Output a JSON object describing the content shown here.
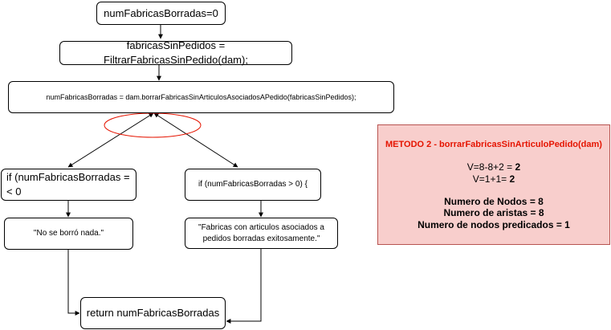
{
  "nodes": {
    "start": "numFabricasBorradas=0",
    "filter": "fabricasSinPedidos = FiltrarFabricasSinPedido(dam);",
    "delete": "numFabricasBorradas = dam.borrarFabricasSinArticulosAsociadosAPedido(fabricasSinPedidos);",
    "if_none": "if (numFabricasBorradas =< 0",
    "if_some": "if (numFabricasBorradas > 0) {",
    "msg_none": "\"No se borró nada.\"",
    "msg_some_1": "\"Fabricas con articulos asociados a",
    "msg_some_2": "pedidos borradas exitosamente.\"",
    "return": "return numFabricasBorradas"
  },
  "info": {
    "title": "METODO 2 - borrarFabricasSinArticuloPedido(dam)",
    "formula1_text": "V=8-8+2 = ",
    "formula1_value": "2",
    "formula2_text": "V=1+1= ",
    "formula2_value": "2",
    "stat1": "Numero de Nodos = 8",
    "stat2": "Numero de aristas = 8",
    "stat3": "Numero de nodos predicados = 1"
  },
  "colors": {
    "highlight_ellipse": "#e51400",
    "info_fill": "#f8cecc",
    "info_border": "#b85450",
    "info_title": "#e51400"
  }
}
